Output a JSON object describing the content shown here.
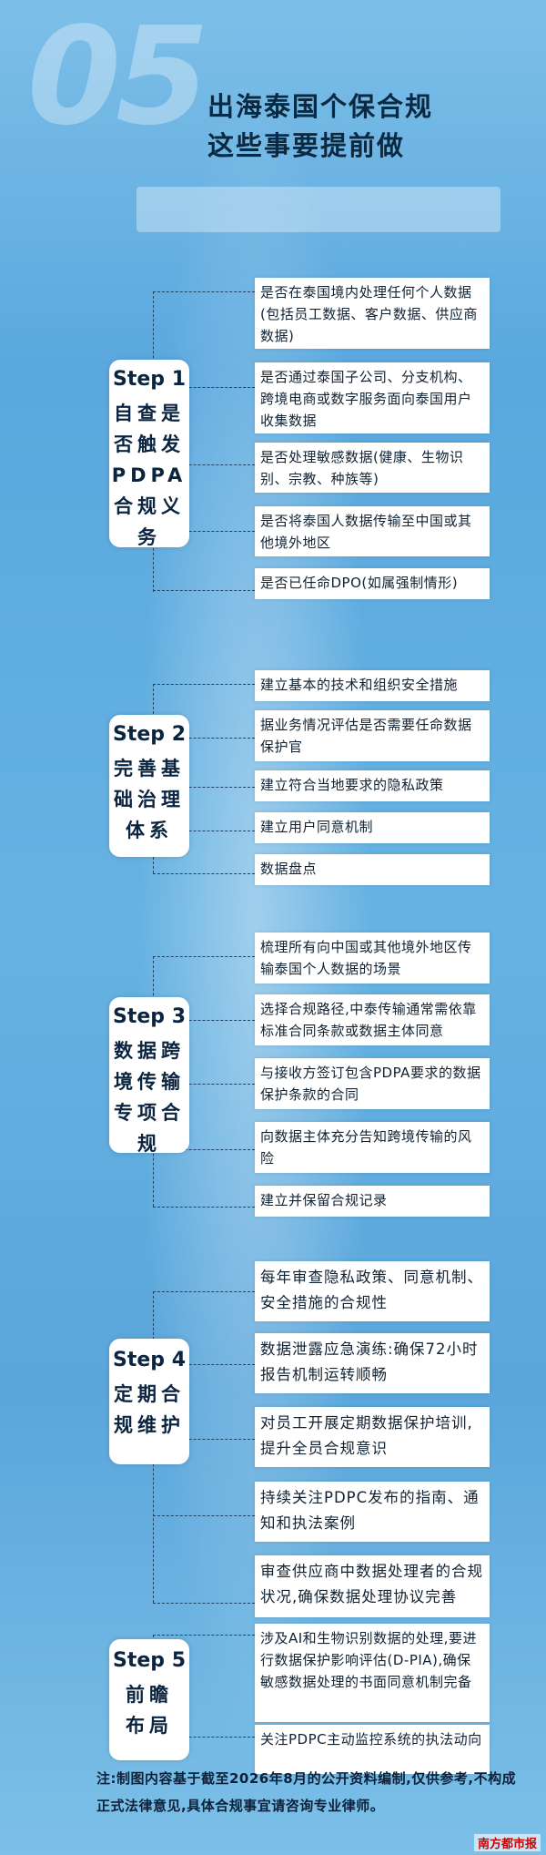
{
  "header": {
    "number": "05",
    "title_line1": "出海泰国个保合规",
    "title_line2": "这些事要提前做"
  },
  "steps": [
    {
      "num": "Step 1",
      "text": "自查是\n否触发\nPDPA\n合规义\n务",
      "items": [
        "是否在泰国境内处理任何个人数据(包括员工数据、客户数据、供应商数据)",
        "是否通过泰国子公司、分支机构、跨境电商或数字服务面向泰国用户收集数据",
        "是否处理敏感数据(健康、生物识别、宗教、种族等)",
        "是否将泰国人数据传输至中国或其他境外地区",
        "是否已任命DPO(如属强制情形)"
      ]
    },
    {
      "num": "Step 2",
      "text": "完善基\n础治理\n体系",
      "items": [
        "建立基本的技术和组织安全措施",
        "据业务情况评估是否需要任命数据保护官",
        "建立符合当地要求的隐私政策",
        "建立用户同意机制",
        "数据盘点"
      ]
    },
    {
      "num": "Step 3",
      "text": "数据跨\n境传输\n专项合\n规",
      "items": [
        "梳理所有向中国或其他境外地区传输泰国个人数据的场景",
        "选择合规路径,中泰传输通常需依靠标准合同条款或数据主体同意",
        "与接收方签订包含PDPA要求的数据保护条款的合同",
        "向数据主体充分告知跨境传输的风险",
        "建立并保留合规记录"
      ]
    },
    {
      "num": "Step 4",
      "text": "定期合\n规维护",
      "items": [
        "每年审查隐私政策、同意机制、安全措施的合规性",
        "数据泄露应急演练:确保72小时报告机制运转顺畅",
        "对员工开展定期数据保护培训,提升全员合规意识",
        "持续关注PDPC发布的指南、通知和执法案例",
        "审查供应商中数据处理者的合规状况,确保数据处理协议完善"
      ]
    },
    {
      "num": "Step 5",
      "text": "前瞻\n布局",
      "items": [
        "涉及AI和生物识别数据的处理,要进行数据保护影响评估(D-PIA),确保敏感数据处理的书面同意机制完备",
        "关注PDPC主动监控系统的执法动向"
      ]
    }
  ],
  "note": "注:制图内容基于截至2026年8月的公开资料编制,仅供参考,不构成正式法律意见,具体合规事宜请咨询专业律师。",
  "logo": "南方都市报"
}
